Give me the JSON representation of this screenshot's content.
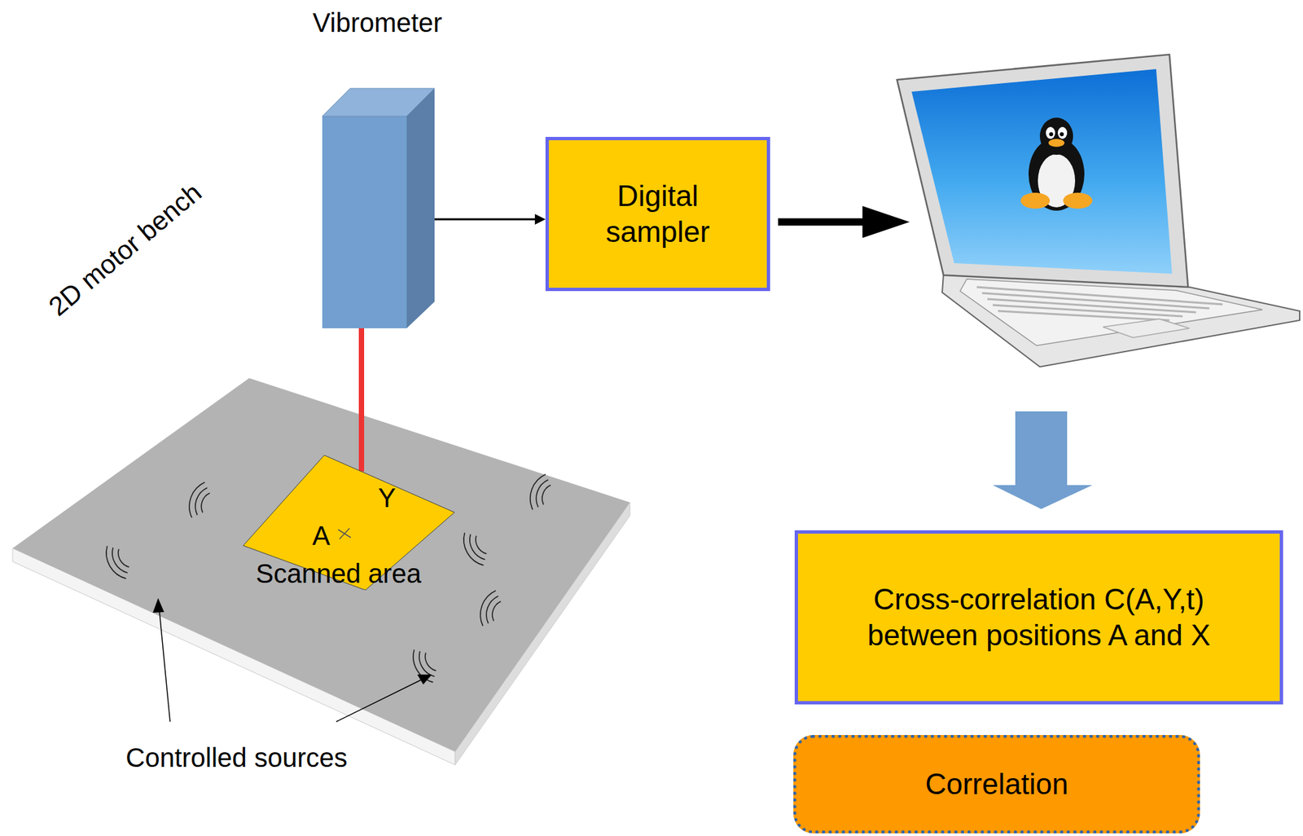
{
  "diagram": {
    "nodes": [
      {
        "text": [
          "Vibrometer"
        ]
      },
      {
        "text": [
          "Digital sampler"
        ]
      },
      {
        "text": [
          "Y",
          "A",
          "Scanned area"
        ]
      },
      {
        "text": [
          "Cross-correlation C(A,Y,t) between positions A and X"
        ]
      },
      {
        "text": [
          "Correlation"
        ]
      }
    ],
    "edges": [
      {
        "from": 0,
        "to": 1,
        "arrow": "to"
      },
      {
        "from": 0,
        "to": 2,
        "arrow": "none"
      }
    ],
    "labels": [
      "2D motor bench",
      "Controlled sources"
    ]
  }
}
